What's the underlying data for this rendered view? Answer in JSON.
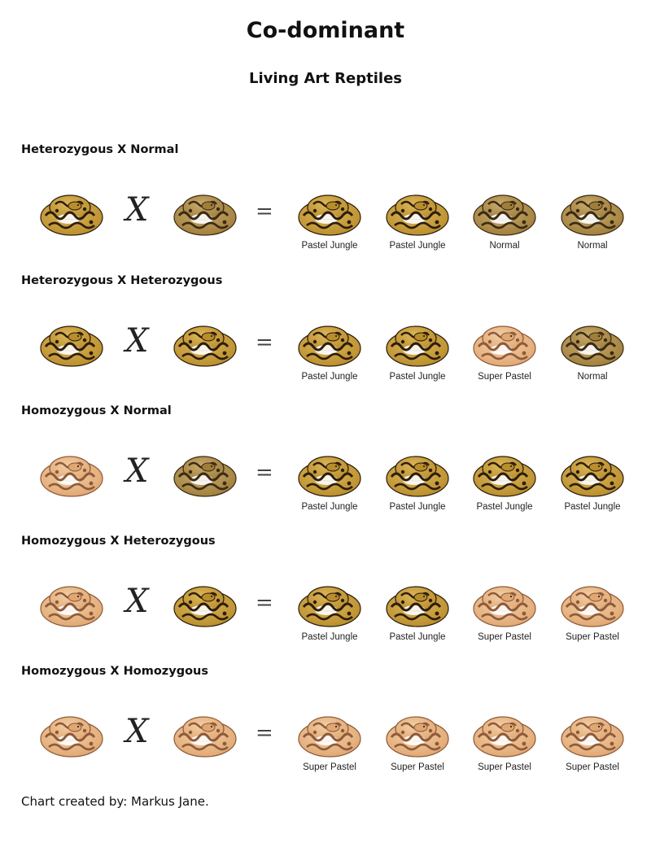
{
  "title": "Co-dominant",
  "subtitle": "Living Art Reptiles",
  "operators": {
    "cross": "X",
    "equals": "="
  },
  "morph_colors": {
    "pastel_jungle": {
      "base": "#b98d2c",
      "light": "#dcb85a",
      "pattern": "#2c1d0c"
    },
    "normal": {
      "base": "#a07e3a",
      "light": "#c9ac6e",
      "pattern": "#3a2a16"
    },
    "super_pastel": {
      "base": "#e0a772",
      "light": "#f3cfa6",
      "pattern": "#8e5a3a"
    }
  },
  "sections": [
    {
      "heading": "Heterozygous X Normal",
      "parents": [
        "pastel_jungle",
        "normal"
      ],
      "offspring": [
        {
          "morph": "pastel_jungle",
          "label": "Pastel Jungle"
        },
        {
          "morph": "pastel_jungle",
          "label": "Pastel Jungle"
        },
        {
          "morph": "normal",
          "label": "Normal"
        },
        {
          "morph": "normal",
          "label": "Normal"
        }
      ]
    },
    {
      "heading": "Heterozygous X Heterozygous",
      "parents": [
        "pastel_jungle",
        "pastel_jungle"
      ],
      "offspring": [
        {
          "morph": "pastel_jungle",
          "label": "Pastel Jungle"
        },
        {
          "morph": "pastel_jungle",
          "label": "Pastel Jungle"
        },
        {
          "morph": "super_pastel",
          "label": "Super Pastel"
        },
        {
          "morph": "normal",
          "label": "Normal"
        }
      ]
    },
    {
      "heading": "Homozygous X Normal",
      "parents": [
        "super_pastel",
        "normal"
      ],
      "offspring": [
        {
          "morph": "pastel_jungle",
          "label": "Pastel Jungle"
        },
        {
          "morph": "pastel_jungle",
          "label": "Pastel Jungle"
        },
        {
          "morph": "pastel_jungle",
          "label": "Pastel Jungle"
        },
        {
          "morph": "pastel_jungle",
          "label": "Pastel Jungle"
        }
      ]
    },
    {
      "heading": "Homozygous X Heterozygous",
      "parents": [
        "super_pastel",
        "pastel_jungle"
      ],
      "offspring": [
        {
          "morph": "pastel_jungle",
          "label": "Pastel Jungle"
        },
        {
          "morph": "pastel_jungle",
          "label": "Pastel Jungle"
        },
        {
          "morph": "super_pastel",
          "label": "Super Pastel"
        },
        {
          "morph": "super_pastel",
          "label": "Super Pastel"
        }
      ]
    },
    {
      "heading": "Homozygous X Homozygous",
      "parents": [
        "super_pastel",
        "super_pastel"
      ],
      "offspring": [
        {
          "morph": "super_pastel",
          "label": "Super Pastel"
        },
        {
          "morph": "super_pastel",
          "label": "Super Pastel"
        },
        {
          "morph": "super_pastel",
          "label": "Super Pastel"
        },
        {
          "morph": "super_pastel",
          "label": "Super Pastel"
        }
      ]
    }
  ],
  "credit": "Chart created by: Markus Jane."
}
